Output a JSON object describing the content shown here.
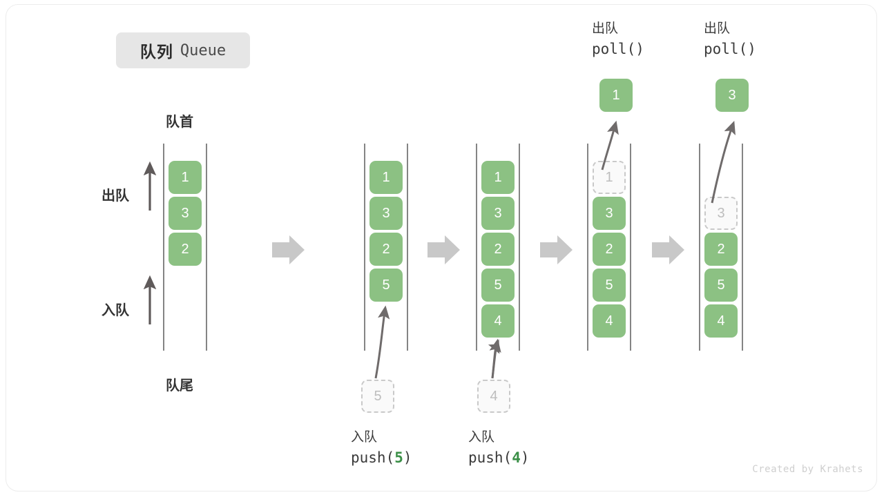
{
  "title": {
    "cn": "队列",
    "en": "Queue"
  },
  "colors": {
    "element": "#8cc183",
    "element_text": "#ffffff",
    "ghost_border": "#c9c9c9",
    "ghost_fill": "#fafafa",
    "ghost_text": "#bdbdbd",
    "rail": "#6f6f6f",
    "flow_arrow": "#c8c8c8",
    "accent_code_number": "#3b8f47",
    "badge_background": "#e6e6e6",
    "credit_text": "#cfcfcf"
  },
  "annotations": {
    "front_label": "队首",
    "rear_label": "队尾",
    "dequeue_label": "出队",
    "enqueue_label": "入队"
  },
  "stages": [
    {
      "id": "stage-initial",
      "cells": [
        "1",
        "3",
        "2"
      ],
      "ghost_in_rail": null,
      "ghost_below": null,
      "floating_cell": null,
      "top_label": null,
      "bottom_label": null
    },
    {
      "id": "stage-push-5",
      "cells": [
        "1",
        "3",
        "2",
        "5"
      ],
      "ghost_in_rail": null,
      "ghost_below": "5",
      "floating_cell": null,
      "top_label": null,
      "bottom_label": {
        "cn": "入队",
        "code_prefix": "push(",
        "code_number": "5",
        "code_suffix": ")"
      }
    },
    {
      "id": "stage-push-4",
      "cells": [
        "1",
        "3",
        "2",
        "5",
        "4"
      ],
      "ghost_in_rail": null,
      "ghost_below": "4",
      "floating_cell": null,
      "top_label": null,
      "bottom_label": {
        "cn": "入队",
        "code_prefix": "push(",
        "code_number": "4",
        "code_suffix": ")"
      }
    },
    {
      "id": "stage-poll-1",
      "cells": [
        "3",
        "2",
        "5",
        "4"
      ],
      "ghost_in_rail": {
        "value": "1",
        "slot": 0
      },
      "ghost_below": null,
      "floating_cell": "1",
      "top_label": {
        "cn": "出队",
        "code_prefix": "poll(",
        "code_number": "",
        "code_suffix": ")"
      },
      "bottom_label": null
    },
    {
      "id": "stage-poll-3",
      "cells": [
        "2",
        "5",
        "4"
      ],
      "ghost_in_rail": {
        "value": "3",
        "slot": 1
      },
      "ghost_below": null,
      "floating_cell": "3",
      "top_label": {
        "cn": "出队",
        "code_prefix": "poll(",
        "code_number": "",
        "code_suffix": ")"
      },
      "bottom_label": null
    }
  ],
  "credit": "Created by Krahets"
}
